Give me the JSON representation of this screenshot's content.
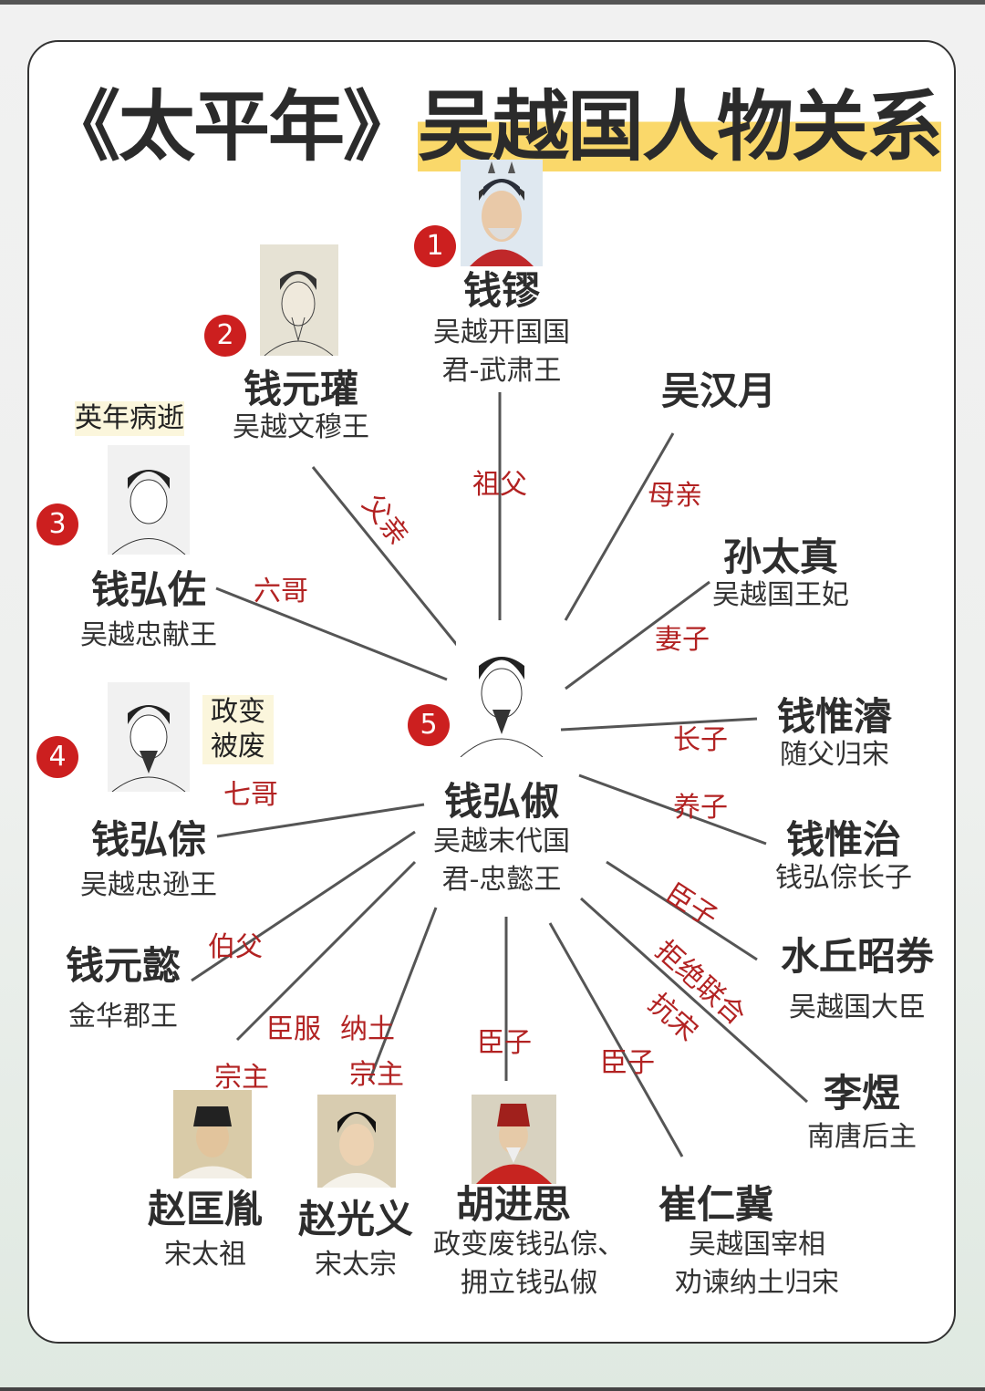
{
  "title": {
    "part1": "《太平年》",
    "part2": "吴越国人物关系"
  },
  "people": {
    "qianliu": {
      "badge": "1",
      "name": "钱镠",
      "sub1": "吴越开国国",
      "sub2": "君-武肃王"
    },
    "qianyuanguan": {
      "badge": "2",
      "name": "钱元瓘",
      "sub": "吴越文穆王"
    },
    "qianhongzuo": {
      "badge": "3",
      "name": "钱弘佐",
      "sub": "吴越忠献王",
      "note": "英年病逝"
    },
    "qianhongzong": {
      "badge": "4",
      "name": "钱弘倧",
      "sub": "吴越忠逊王",
      "note1": "政变",
      "note2": "被废"
    },
    "qianhongchu": {
      "badge": "5",
      "name": "钱弘俶",
      "sub1": "吴越末代国",
      "sub2": "君-忠懿王"
    },
    "wuhanyue": {
      "name": "吴汉月"
    },
    "suntaizhen": {
      "name": "孙太真",
      "sub": "吴越国王妃"
    },
    "qianweijun": {
      "name": "钱惟濬",
      "sub": "随父归宋"
    },
    "qianweizhi": {
      "name": "钱惟治",
      "sub": "钱弘倧长子"
    },
    "shuiqiu": {
      "name": "水丘昭券",
      "sub": "吴越国大臣"
    },
    "liyu": {
      "name": "李煜",
      "sub": "南唐后主"
    },
    "qianyuanyi": {
      "name": "钱元懿",
      "sub": "金华郡王"
    },
    "zhaokuangyin": {
      "name": "赵匡胤",
      "sub": "宋太祖"
    },
    "zhaoguangyi": {
      "name": "赵光义",
      "sub": "宋太宗"
    },
    "hujinsi": {
      "name": "胡进思",
      "sub1": "政变废钱弘倧、",
      "sub2": "拥立钱弘俶"
    },
    "cuirenji": {
      "name": "崔仁冀",
      "sub1": "吴越国宰相",
      "sub2": "劝谏纳土归宋"
    }
  },
  "relations": {
    "grandfather": "祖父",
    "father": "父亲",
    "sixth_brother": "六哥",
    "mother": "母亲",
    "wife": "妻子",
    "eldest_son": "长子",
    "adopted_son": "养子",
    "seventh_brother": "七哥",
    "minister1": "臣子",
    "refuse": "拒绝联合",
    "resist": "抗宋",
    "minister2": "臣子",
    "minister3": "臣子",
    "nadu": "纳土",
    "suzerain2": "宗主",
    "chenfu": "臣服",
    "suzerain1": "宗主",
    "uncle": "伯父"
  },
  "colors": {
    "relation_text": "#b22222",
    "badge": "#cc1f1f",
    "highlight": "#fad86a"
  }
}
